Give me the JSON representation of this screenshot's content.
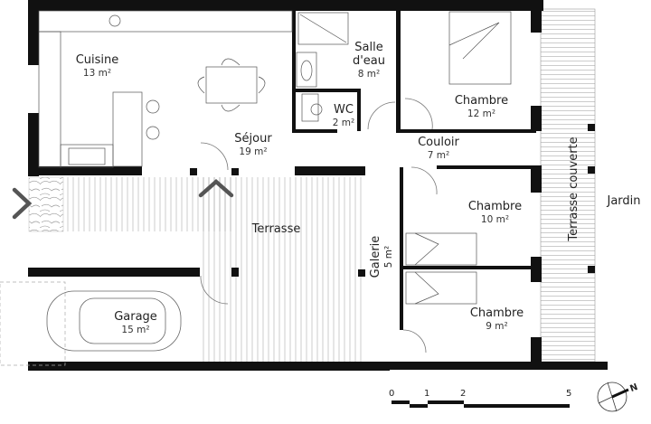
{
  "plan": {
    "rooms": [
      {
        "id": "cuisine",
        "name": "Cuisine",
        "area": "13 m²"
      },
      {
        "id": "sejour",
        "name": "Séjour",
        "area": "19 m²"
      },
      {
        "id": "salle-eau",
        "name": "Salle\nd'eau",
        "name_line1": "Salle",
        "name_line2": "d'eau",
        "area": "8 m²"
      },
      {
        "id": "wc",
        "name": "WC",
        "area": "2 m²"
      },
      {
        "id": "chambre1",
        "name": "Chambre",
        "area": "12 m²"
      },
      {
        "id": "couloir",
        "name": "Couloir",
        "area": "7 m²"
      },
      {
        "id": "chambre2",
        "name": "Chambre",
        "area": "10 m²"
      },
      {
        "id": "chambre3",
        "name": "Chambre",
        "area": "9 m²"
      },
      {
        "id": "galerie",
        "name": "Galerie",
        "area": "5 m²"
      },
      {
        "id": "garage",
        "name": "Garage",
        "area": "15 m²"
      },
      {
        "id": "terrasse",
        "name": "Terrasse",
        "area": ""
      },
      {
        "id": "terrasse-couverte",
        "name": "Terrasse couverte",
        "area": ""
      },
      {
        "id": "jardin",
        "name": "Jardin",
        "area": ""
      }
    ],
    "scale": {
      "ticks": [
        "0",
        "1",
        "2",
        "5"
      ],
      "unit": "m"
    },
    "compass": {
      "label": "N"
    },
    "navigation": {
      "prev": "previous-arrow",
      "up": "up-arrow"
    },
    "colors": {
      "wall": "#111111",
      "hatch": "#999999",
      "nav_arrow": "#555555"
    }
  }
}
